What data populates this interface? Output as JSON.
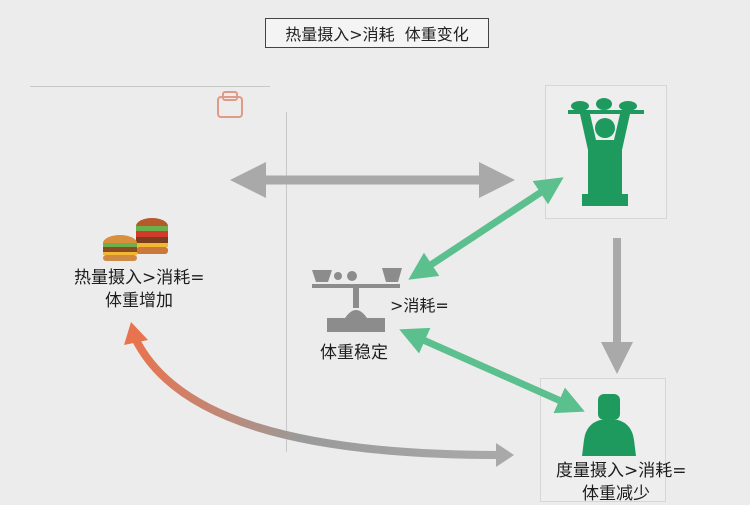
{
  "title": "热量摄入>消耗  体重变化",
  "nodes": {
    "gain": {
      "line1": "热量摄入>消耗=",
      "line2": "体重增加",
      "icon": "burger-stack-icon"
    },
    "stable": {
      "line1": ">消耗=",
      "line2": "体重稳定",
      "icon": "balance-scale-icon"
    },
    "loss": {
      "line1": "度量摄入>消耗=",
      "line2": "体重减少",
      "icon": "person-silhouette-icon"
    },
    "top_right": {
      "icon": "person-lifting-tray-icon"
    }
  },
  "colors": {
    "gray_arrow": "#a9a9a9",
    "green_arrow": "#5cbf8e",
    "red_arrow": "#e8744f",
    "green_figure": "#1f9a5f"
  }
}
